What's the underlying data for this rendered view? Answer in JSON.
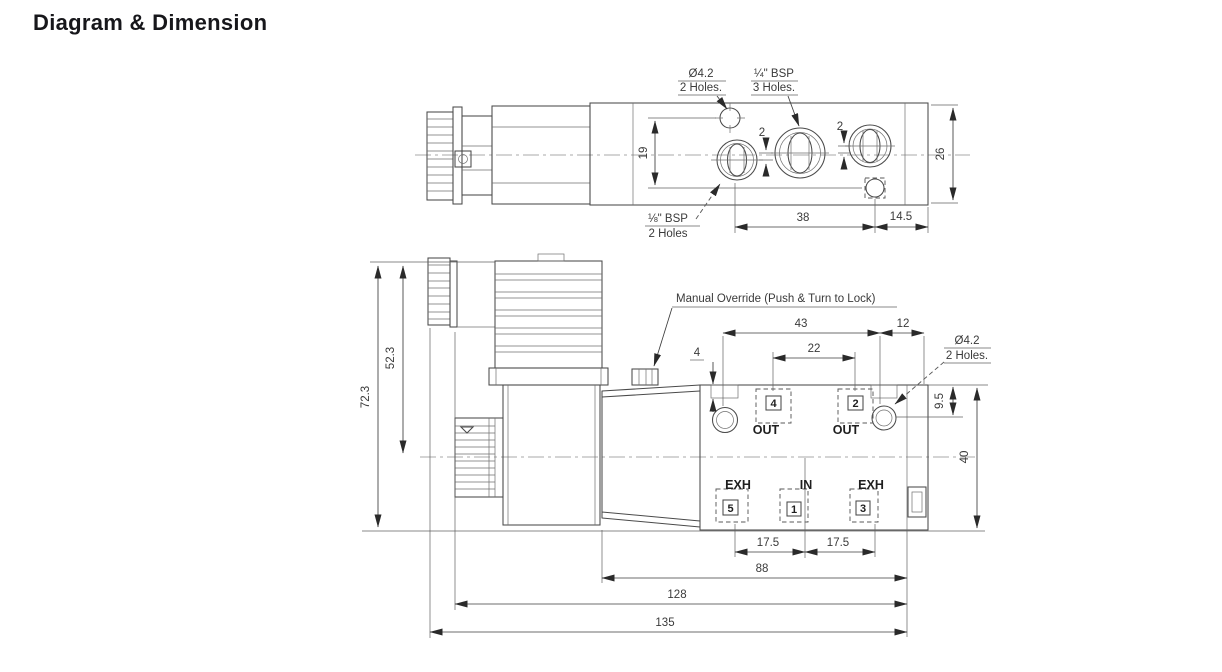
{
  "page": {
    "title": "Diagram & Dimension"
  },
  "top_view": {
    "hole_label": {
      "line1": "Ø4.2",
      "line2": "2 Holes."
    },
    "bsp14_label": {
      "line1": "¼\" BSP",
      "line2": "3 Holes."
    },
    "bsp18_label": {
      "line1": "⅛\" BSP",
      "line2": "2 Holes"
    },
    "dims": {
      "d19": "19",
      "d26": "26",
      "d38": "38",
      "d14_5": "14.5",
      "d2_left": "2",
      "d2_right": "2"
    }
  },
  "front_view": {
    "manual_override_label": "Manual Override (Push & Turn to Lock)",
    "hole_label": {
      "line1": "Ø4.2",
      "line2": "2 Holes."
    },
    "ports": {
      "out_left": "OUT",
      "out_right": "OUT",
      "exh_left": "EXH",
      "in_center": "IN",
      "exh_right": "EXH",
      "num4": "4",
      "num2": "2",
      "num5": "5",
      "num1": "1",
      "num3": "3"
    },
    "dims": {
      "d72_3": "72.3",
      "d52_3": "52.3",
      "d43": "43",
      "d12": "12",
      "d22": "22",
      "d4": "4",
      "d9_5": "9.5",
      "d40": "40",
      "d17_5_left": "17.5",
      "d17_5_right": "17.5",
      "d88": "88",
      "d128": "128",
      "d135": "135"
    }
  }
}
